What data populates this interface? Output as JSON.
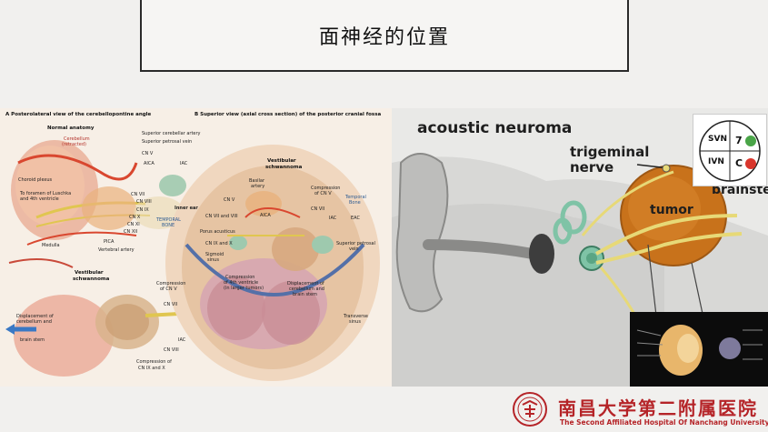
{
  "slide": {
    "title": "面神经的位置"
  },
  "left_figure": {
    "panel_a_header": "A    Posterolateral view of the cerebellopontine angle",
    "panel_b_header": "B    Superior view (axial cross section) of the posterior cranial fossa",
    "normal_anatomy": "Normal anatomy",
    "labels_a": {
      "cerebellum": "Cerebellum",
      "cerebellum_retracted": "(retracted)",
      "sca": "Superior cerebellar artery",
      "spv": "Superior petrosal vein",
      "cn_v": "CN V",
      "aica": "AICA",
      "iac": "IAC",
      "choroid": "Choroid plexus",
      "foramen": "To foramen of Luschka",
      "fourth": "and 4th ventricle",
      "cn_vii": "CN VII",
      "cn_viii": "CN VIII",
      "cn_ix": "CN IX",
      "cn_x": "CN X",
      "cn_xi": "CN XI",
      "cn_xii": "CN XII",
      "inner_ear": "Inner ear",
      "temporal": "TEMPORAL",
      "bone": "BONE",
      "pica": "PICA",
      "vertebral": "Vertebral artery",
      "medulla": "Medulla"
    },
    "labels_a2": {
      "vestibular": "Vestibular",
      "schwannoma": "schwannoma",
      "compression": "Compression",
      "of_cn_v": "of CN V",
      "cn_vii": "CN VII",
      "displacement": "Displacement of",
      "cerebellum_and": "cerebellum and",
      "brain_stem": "brain stem",
      "iac": "IAC",
      "cn_viii": "CN VIII",
      "compression2": "Compression of",
      "cn_ix_x": "CN IX and X"
    },
    "labels_b": {
      "vestibular": "Vestibular",
      "schwannoma": "schwannoma",
      "basilar": "Basilar",
      "artery": "artery",
      "compression": "Compression",
      "of_cn_v": "of CN V",
      "cn_v": "CN V",
      "cn_vii_viii": "CN VII and VIII",
      "cn_vii": "CN VII",
      "temporal": "Temporal",
      "bone": "Bone",
      "iac": "IAC",
      "eac": "EAC",
      "aica": "AICA",
      "porus": "Porus acusticus",
      "cn_ix_x": "CN IX and X",
      "sigmoid": "Sigmoid",
      "sinus": "sinus",
      "spv": "Superior petrosal",
      "vein": "vein",
      "compression4": "Compression",
      "of4th": "of 4th ventricle",
      "larger": "(in larger tumors)",
      "displacement": "Displacement of",
      "cerebellum_and": "cerebellum and",
      "brain_stem": "brain stem",
      "transverse": "Transverse",
      "sinus2": "sinus"
    }
  },
  "right_figure": {
    "title": "acoustic neuroma",
    "trigeminal_line1": "trigeminal",
    "trigeminal_line2": "nerve",
    "tumor": "tumor",
    "brainstem_partial": "brainste",
    "nerve_diagram": {
      "svn": "SVN",
      "ivn": "IVN",
      "seven": "7",
      "c": "C"
    }
  },
  "footer": {
    "hospital_cn": "南昌大学第二附属医院",
    "hospital_en": "The Second Affiliated Hospital Of Nanchang University"
  },
  "colors": {
    "hospital_red": "#b52428",
    "tumor_orange": "#c8721b",
    "nerve_yellow": "#e7d977",
    "cochlea_green": "#7fc3a6"
  }
}
